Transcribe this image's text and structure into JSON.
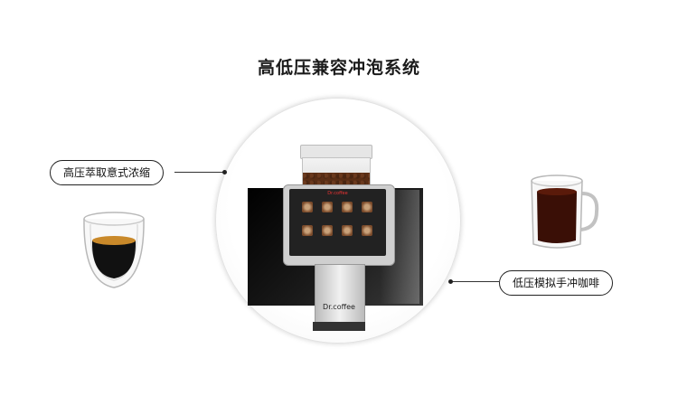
{
  "title": "高低压兼容冲泡系统",
  "labels": {
    "left": "高压萃取意式浓缩",
    "right": "低压模拟手冲咖啡"
  },
  "machine": {
    "brand": "Dr.coffee",
    "screen_brand": "Dr.coffee"
  },
  "colors": {
    "espresso": "#111111",
    "crema": "#c9892a",
    "filter_coffee": "#3a0f06"
  }
}
